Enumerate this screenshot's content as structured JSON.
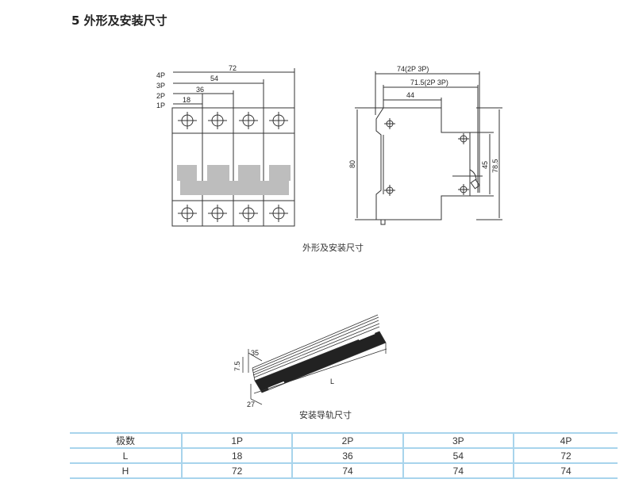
{
  "title": "5 外形及安装尺寸",
  "front_view": {
    "pole_labels": [
      "4P",
      "3P",
      "2P",
      "1P"
    ],
    "widths": [
      "72",
      "54",
      "36",
      "18"
    ]
  },
  "side_view": {
    "dims": {
      "overall": "74(2P 3P)",
      "inner": "71.5(2P 3P)",
      "front": "44",
      "height": "80",
      "mid": "45",
      "total": "78.5"
    }
  },
  "caption_outline": "外形及安装尺寸",
  "rail": {
    "dims": {
      "width": "35",
      "height": "7.5",
      "depth": "27",
      "length": "L"
    },
    "caption": "安装导轨尺寸"
  },
  "table": {
    "header": [
      "极数",
      "1P",
      "2P",
      "3P",
      "4P"
    ],
    "rows": [
      [
        "L",
        "18",
        "36",
        "54",
        "72"
      ],
      [
        "H",
        "72",
        "74",
        "74",
        "74"
      ]
    ]
  }
}
